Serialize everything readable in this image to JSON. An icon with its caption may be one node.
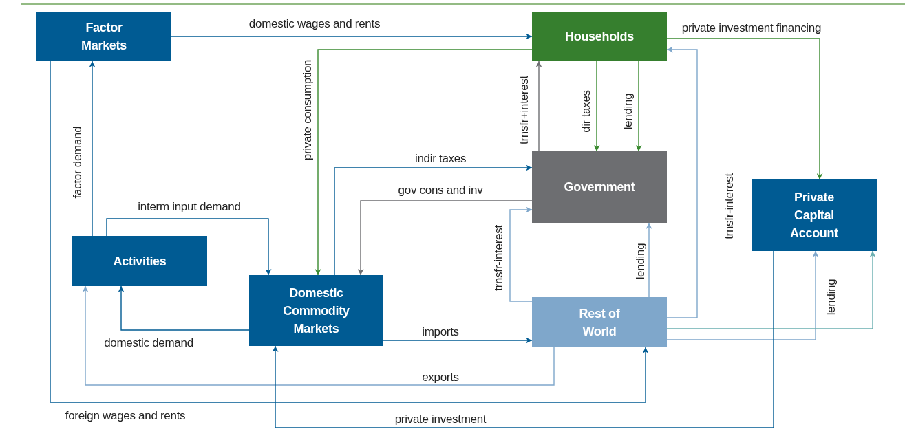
{
  "diagram": {
    "nodes": [
      {
        "text": [
          "Factor Markets"
        ]
      },
      {
        "text": [
          "Households"
        ]
      },
      {
        "text": [
          "Government"
        ]
      },
      {
        "text": [
          "Private Capital Account"
        ]
      },
      {
        "text": [
          "Activities"
        ]
      },
      {
        "text": [
          "Domestic Commodity Markets"
        ]
      },
      {
        "text": [
          "Rest of World"
        ]
      }
    ],
    "edges": [
      {
        "from": 0,
        "to": 1,
        "arrow": "to",
        "label": "domestic wages and rents"
      },
      {
        "from": 1,
        "to": 5,
        "arrow": "to",
        "label": "private consumption",
        "color": "#3a8a30"
      },
      {
        "from": 1,
        "to": 3,
        "arrow": "to",
        "label": "private investment financing",
        "color": "#3a8a30"
      },
      {
        "from": 1,
        "to": 2,
        "arrow": "to",
        "label": "dir taxes",
        "color": "#3a8a30"
      },
      {
        "from": 1,
        "to": 2,
        "arrow": "to",
        "label": "lending",
        "color": "#3a8a30"
      },
      {
        "from": 2,
        "to": 1,
        "arrow": "to",
        "label": "trnsfr+interest",
        "color": "#6d6e71"
      },
      {
        "from": 5,
        "to": 2,
        "arrow": "to",
        "label": "indir taxes"
      },
      {
        "from": 2,
        "to": 5,
        "arrow": "to",
        "label": "gov cons and inv",
        "color": "#6d6e71"
      },
      {
        "from": 6,
        "to": 2,
        "arrow": "to",
        "label": "trnsfr-interest",
        "color": "#7fa7cb"
      },
      {
        "from": 6,
        "to": 2,
        "arrow": "to",
        "label": "lending",
        "color": "#7fa7cb"
      },
      {
        "from": 6,
        "to": 1,
        "arrow": "to",
        "label": "trnsfr-interest",
        "color": "#7fa7cb"
      },
      {
        "from": 6,
        "to": 3,
        "arrow": "to",
        "label": "lending",
        "color": "#7fa7cb"
      },
      {
        "from": 6,
        "to": 3,
        "arrow": "to",
        "color": "#6aaeb0"
      },
      {
        "from": 4,
        "to": 0,
        "arrow": "to",
        "label": "factor demand"
      },
      {
        "from": 4,
        "to": 5,
        "arrow": "to",
        "label": "interm input demand"
      },
      {
        "from": 5,
        "to": 4,
        "arrow": "to",
        "label": "domestic demand"
      },
      {
        "from": 5,
        "to": 6,
        "arrow": "to",
        "label": "imports"
      },
      {
        "from": 6,
        "to": 4,
        "arrow": "to",
        "label": "exports",
        "color": "#7fa7cb"
      },
      {
        "from": 0,
        "to": 6,
        "arrow": "to",
        "label": "foreign wages and rents"
      },
      {
        "from": 3,
        "to": 5,
        "arrow": "to",
        "label": "private investment"
      }
    ]
  }
}
